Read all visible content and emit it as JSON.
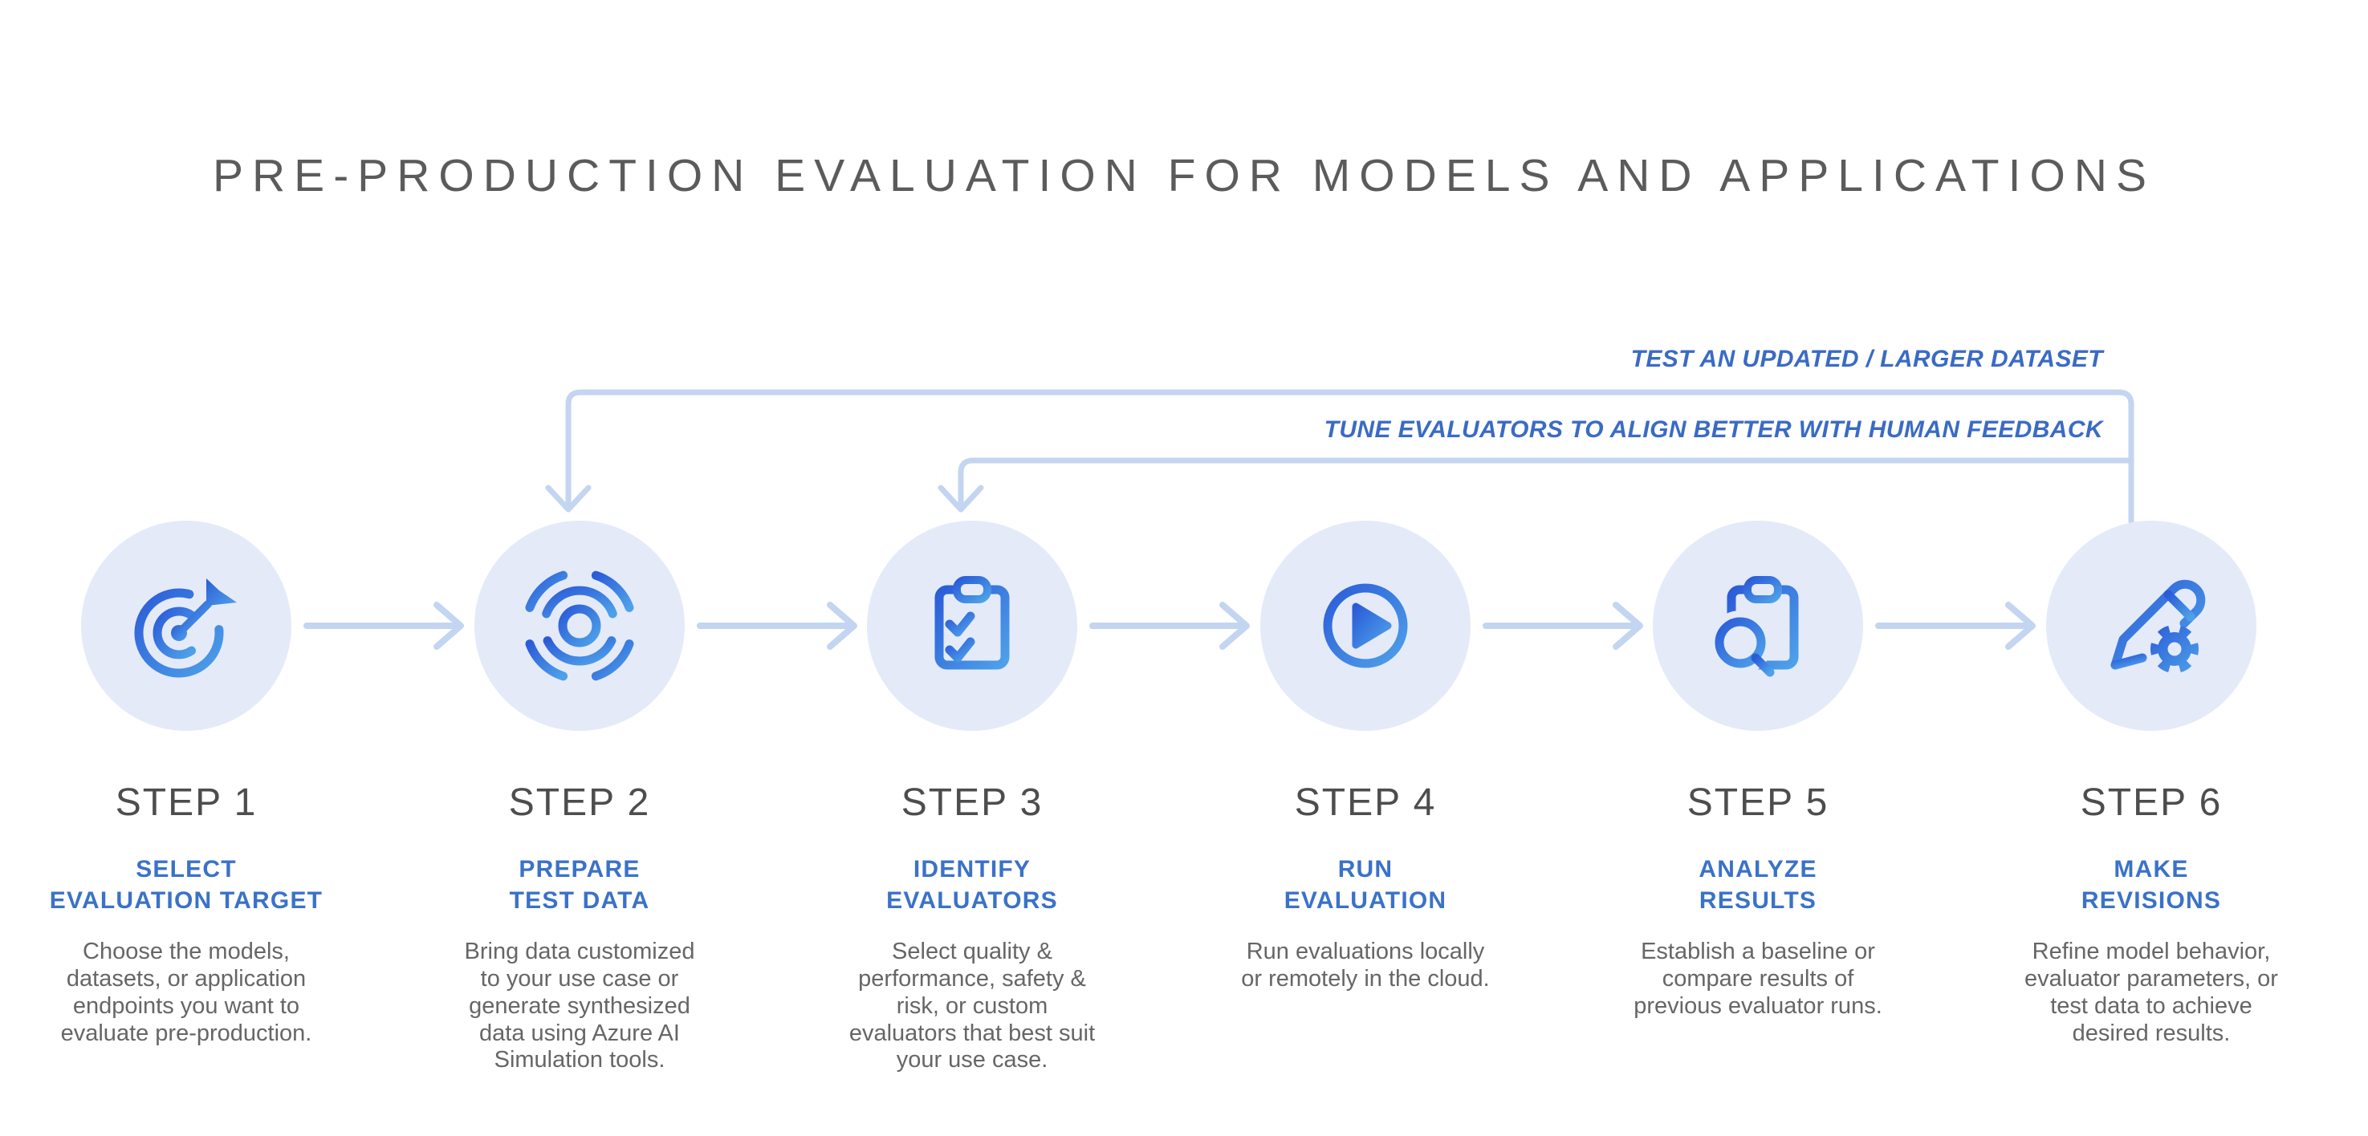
{
  "title": "PRE-PRODUCTION EVALUATION FOR MODELS AND APPLICATIONS",
  "feedback_loops": {
    "outer_label": "TEST AN UPDATED / LARGER DATASET",
    "inner_label": "TUNE EVALUATORS TO ALIGN BETTER WITH HUMAN FEEDBACK"
  },
  "steps": [
    {
      "label": "STEP 1",
      "icon": "target-arrow-icon",
      "subtitle": "SELECT\nEVALUATION TARGET",
      "description": "Choose the models,\ndatasets, or application\nendpoints you want to\nevaluate pre-production."
    },
    {
      "label": "STEP 2",
      "icon": "data-pulse-icon",
      "subtitle": "PREPARE\nTEST DATA",
      "description": "Bring data customized\nto your use case or\ngenerate synthesized\ndata using Azure AI\nSimulation tools."
    },
    {
      "label": "STEP 3",
      "icon": "checklist-clipboard-icon",
      "subtitle": "IDENTIFY\nEVALUATORS",
      "description": "Select quality &\nperformance, safety &\nrisk, or custom\nevaluators that best suit\nyour use case."
    },
    {
      "label": "STEP 4",
      "icon": "play-icon",
      "subtitle": "RUN\nEVALUATION",
      "description": "Run evaluations locally\nor remotely in the cloud."
    },
    {
      "label": "STEP 5",
      "icon": "analyze-clipboard-search-icon",
      "subtitle": "ANALYZE\nRESULTS",
      "description": "Establish a baseline or\ncompare results of\nprevious evaluator runs."
    },
    {
      "label": "STEP 6",
      "icon": "edit-gear-icon",
      "subtitle": "MAKE\nREVISIONS",
      "description": "Refine model behavior,\nevaluator parameters, or\ntest data to achieve\ndesired results."
    }
  ],
  "colors": {
    "background": "#FFFFFF",
    "title_gray": "#5B5B5B",
    "step_label_gray": "#4D4D4D",
    "description_gray": "#666666",
    "subtitle_blue": "#3A72C8",
    "loop_label_blue": "#3A6BC4",
    "connector_light_blue": "#C3D5F1",
    "circle_background": "#E4EAF8",
    "icon_gradient_start": "#2B5CD8",
    "icon_gradient_end": "#4EA1E9"
  }
}
